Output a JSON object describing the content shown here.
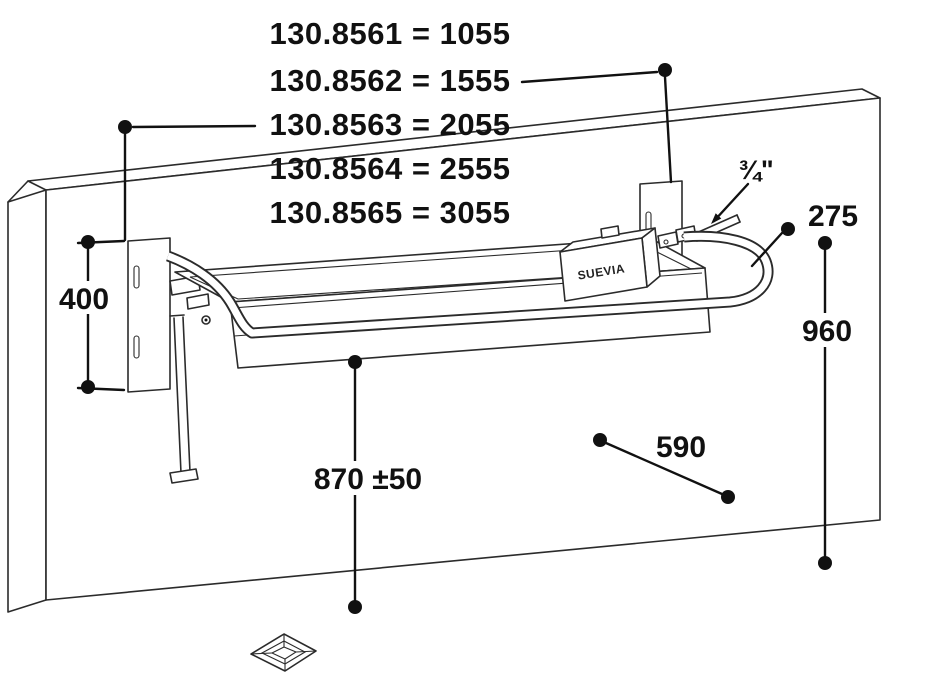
{
  "diagram": {
    "models": [
      "130.8561 = 1055",
      "130.8562 = 1555",
      "130.8563 = 2055",
      "130.8564 = 2555",
      "130.8565 = 3055"
    ],
    "dimensions": {
      "bracket_height": "400",
      "pipe_connection": "¾\"",
      "wall_offset": "275",
      "rail_height": "960",
      "trough_depth": "590",
      "mount_height": "870 ±50"
    },
    "brand": "SUEVIA",
    "colors": {
      "line": "#2b2b2b",
      "dimension": "#111111",
      "background": "#ffffff"
    }
  }
}
